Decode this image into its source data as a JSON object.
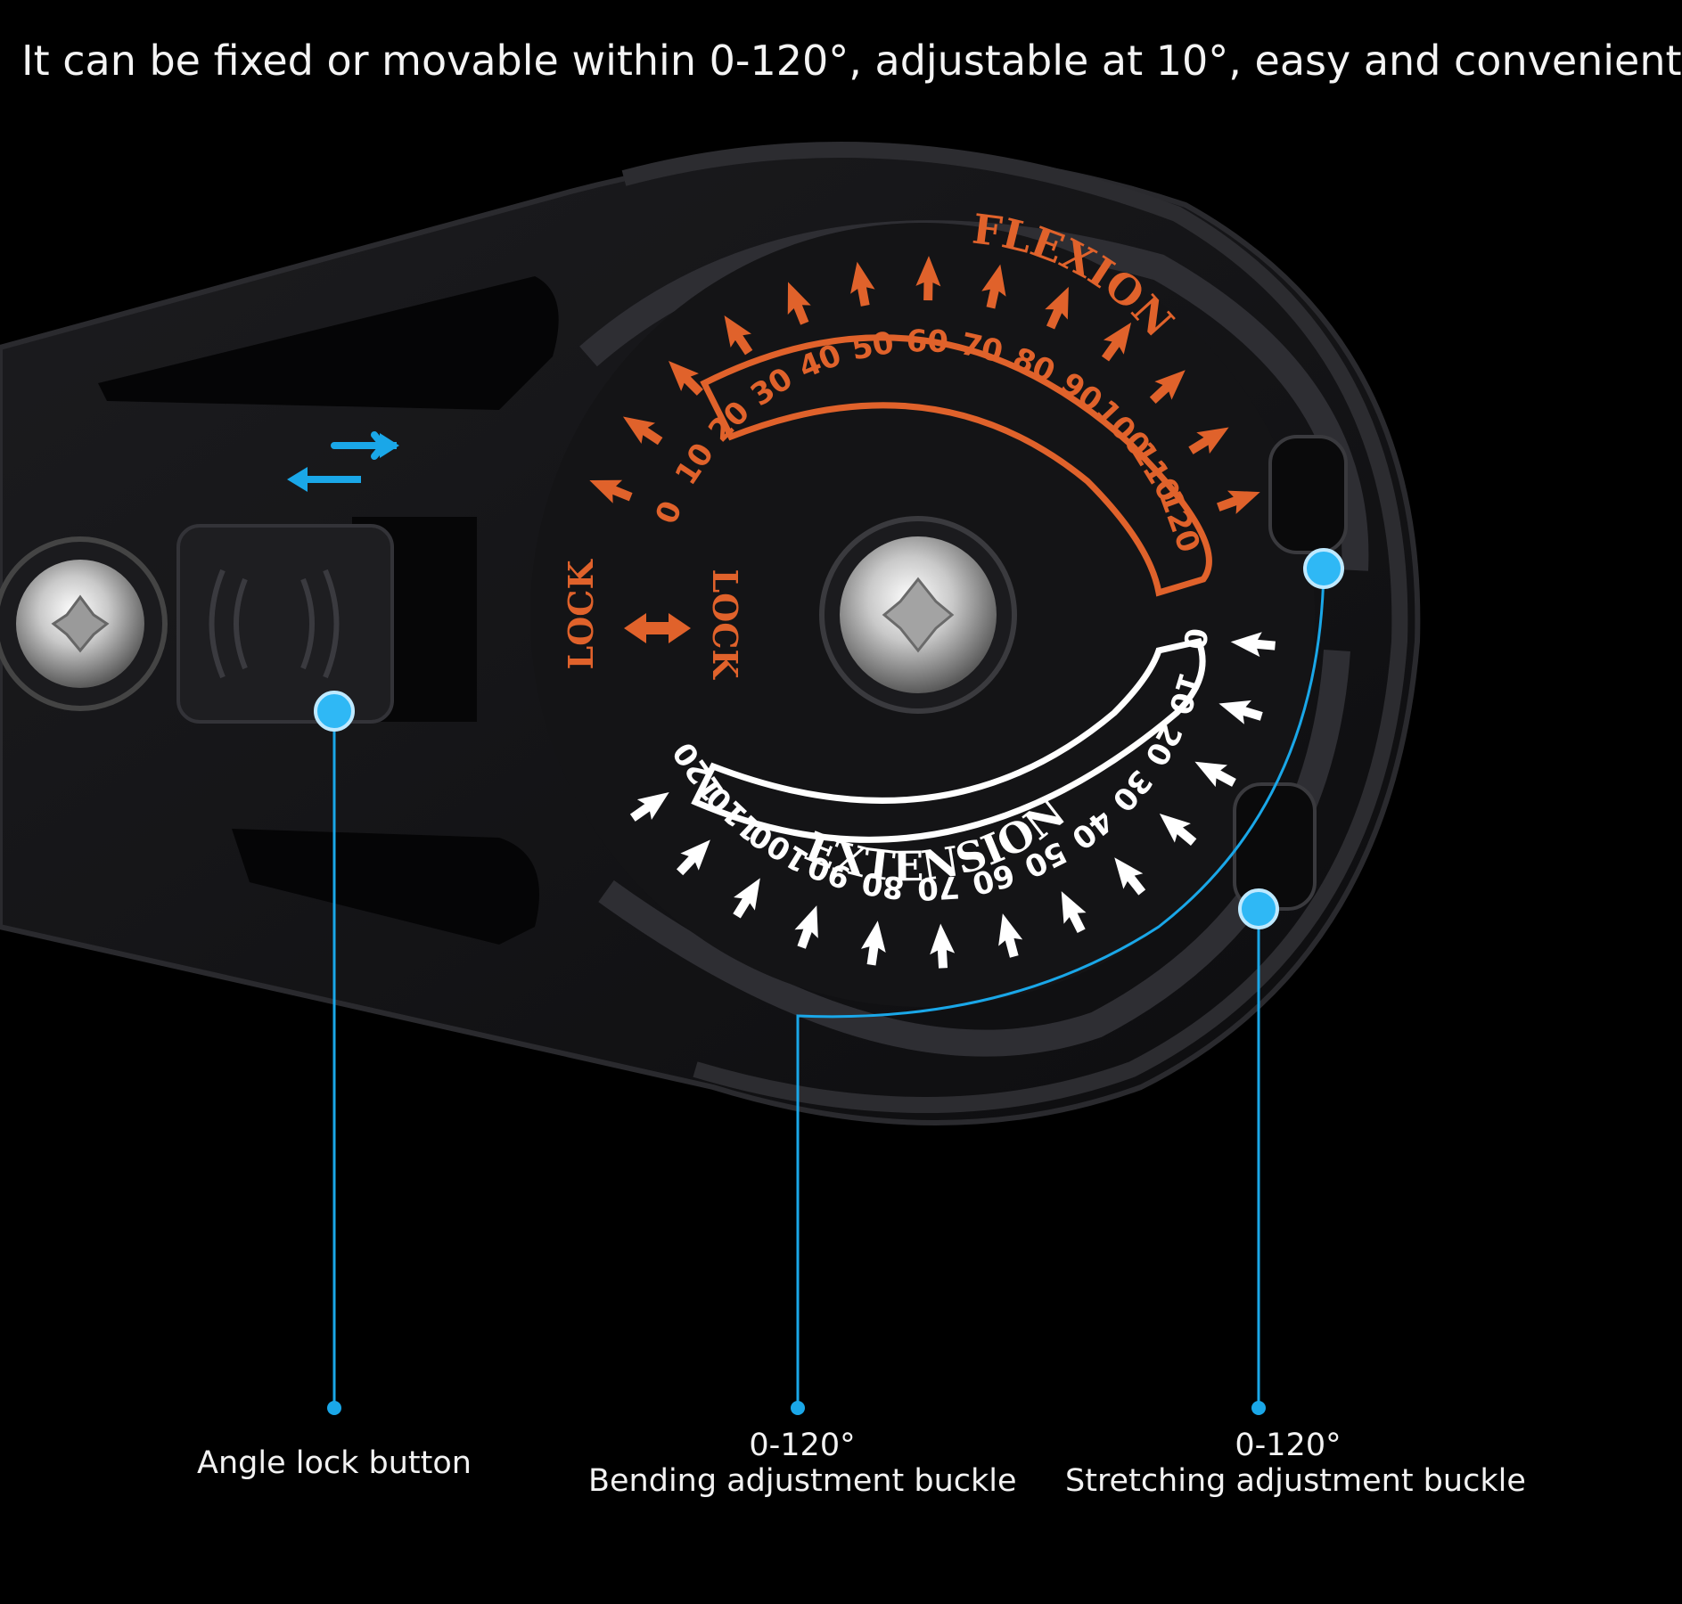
{
  "headline": "It can be fixed or movable within 0-120°, adjustable at 10°, easy and convenient",
  "dial": {
    "flexion_label": "FLEXION",
    "extension_label": "EXTENSION",
    "flexion_ticks": [
      "0",
      "10",
      "20",
      "30",
      "40",
      "50",
      "60",
      "70",
      "80",
      "90",
      "100",
      "110",
      "120"
    ],
    "extension_ticks": [
      "0",
      "10",
      "20",
      "30",
      "40",
      "50",
      "60",
      "70",
      "80",
      "90",
      "100",
      "110",
      "120"
    ],
    "lock_top": "LOCK",
    "lock_bottom": "LOCK"
  },
  "callouts": {
    "angle_lock": {
      "label": "Angle lock button"
    },
    "bending": {
      "range": "0-120°",
      "label": "Bending adjustment buckle"
    },
    "stretching": {
      "range": "0-120°",
      "label": "Stretching adjustment buckle"
    }
  },
  "colors": {
    "background": "#000000",
    "body": "#151517",
    "flexion": "#e0622b",
    "extension": "#ffffff",
    "callout_line": "#1aa7e8"
  }
}
